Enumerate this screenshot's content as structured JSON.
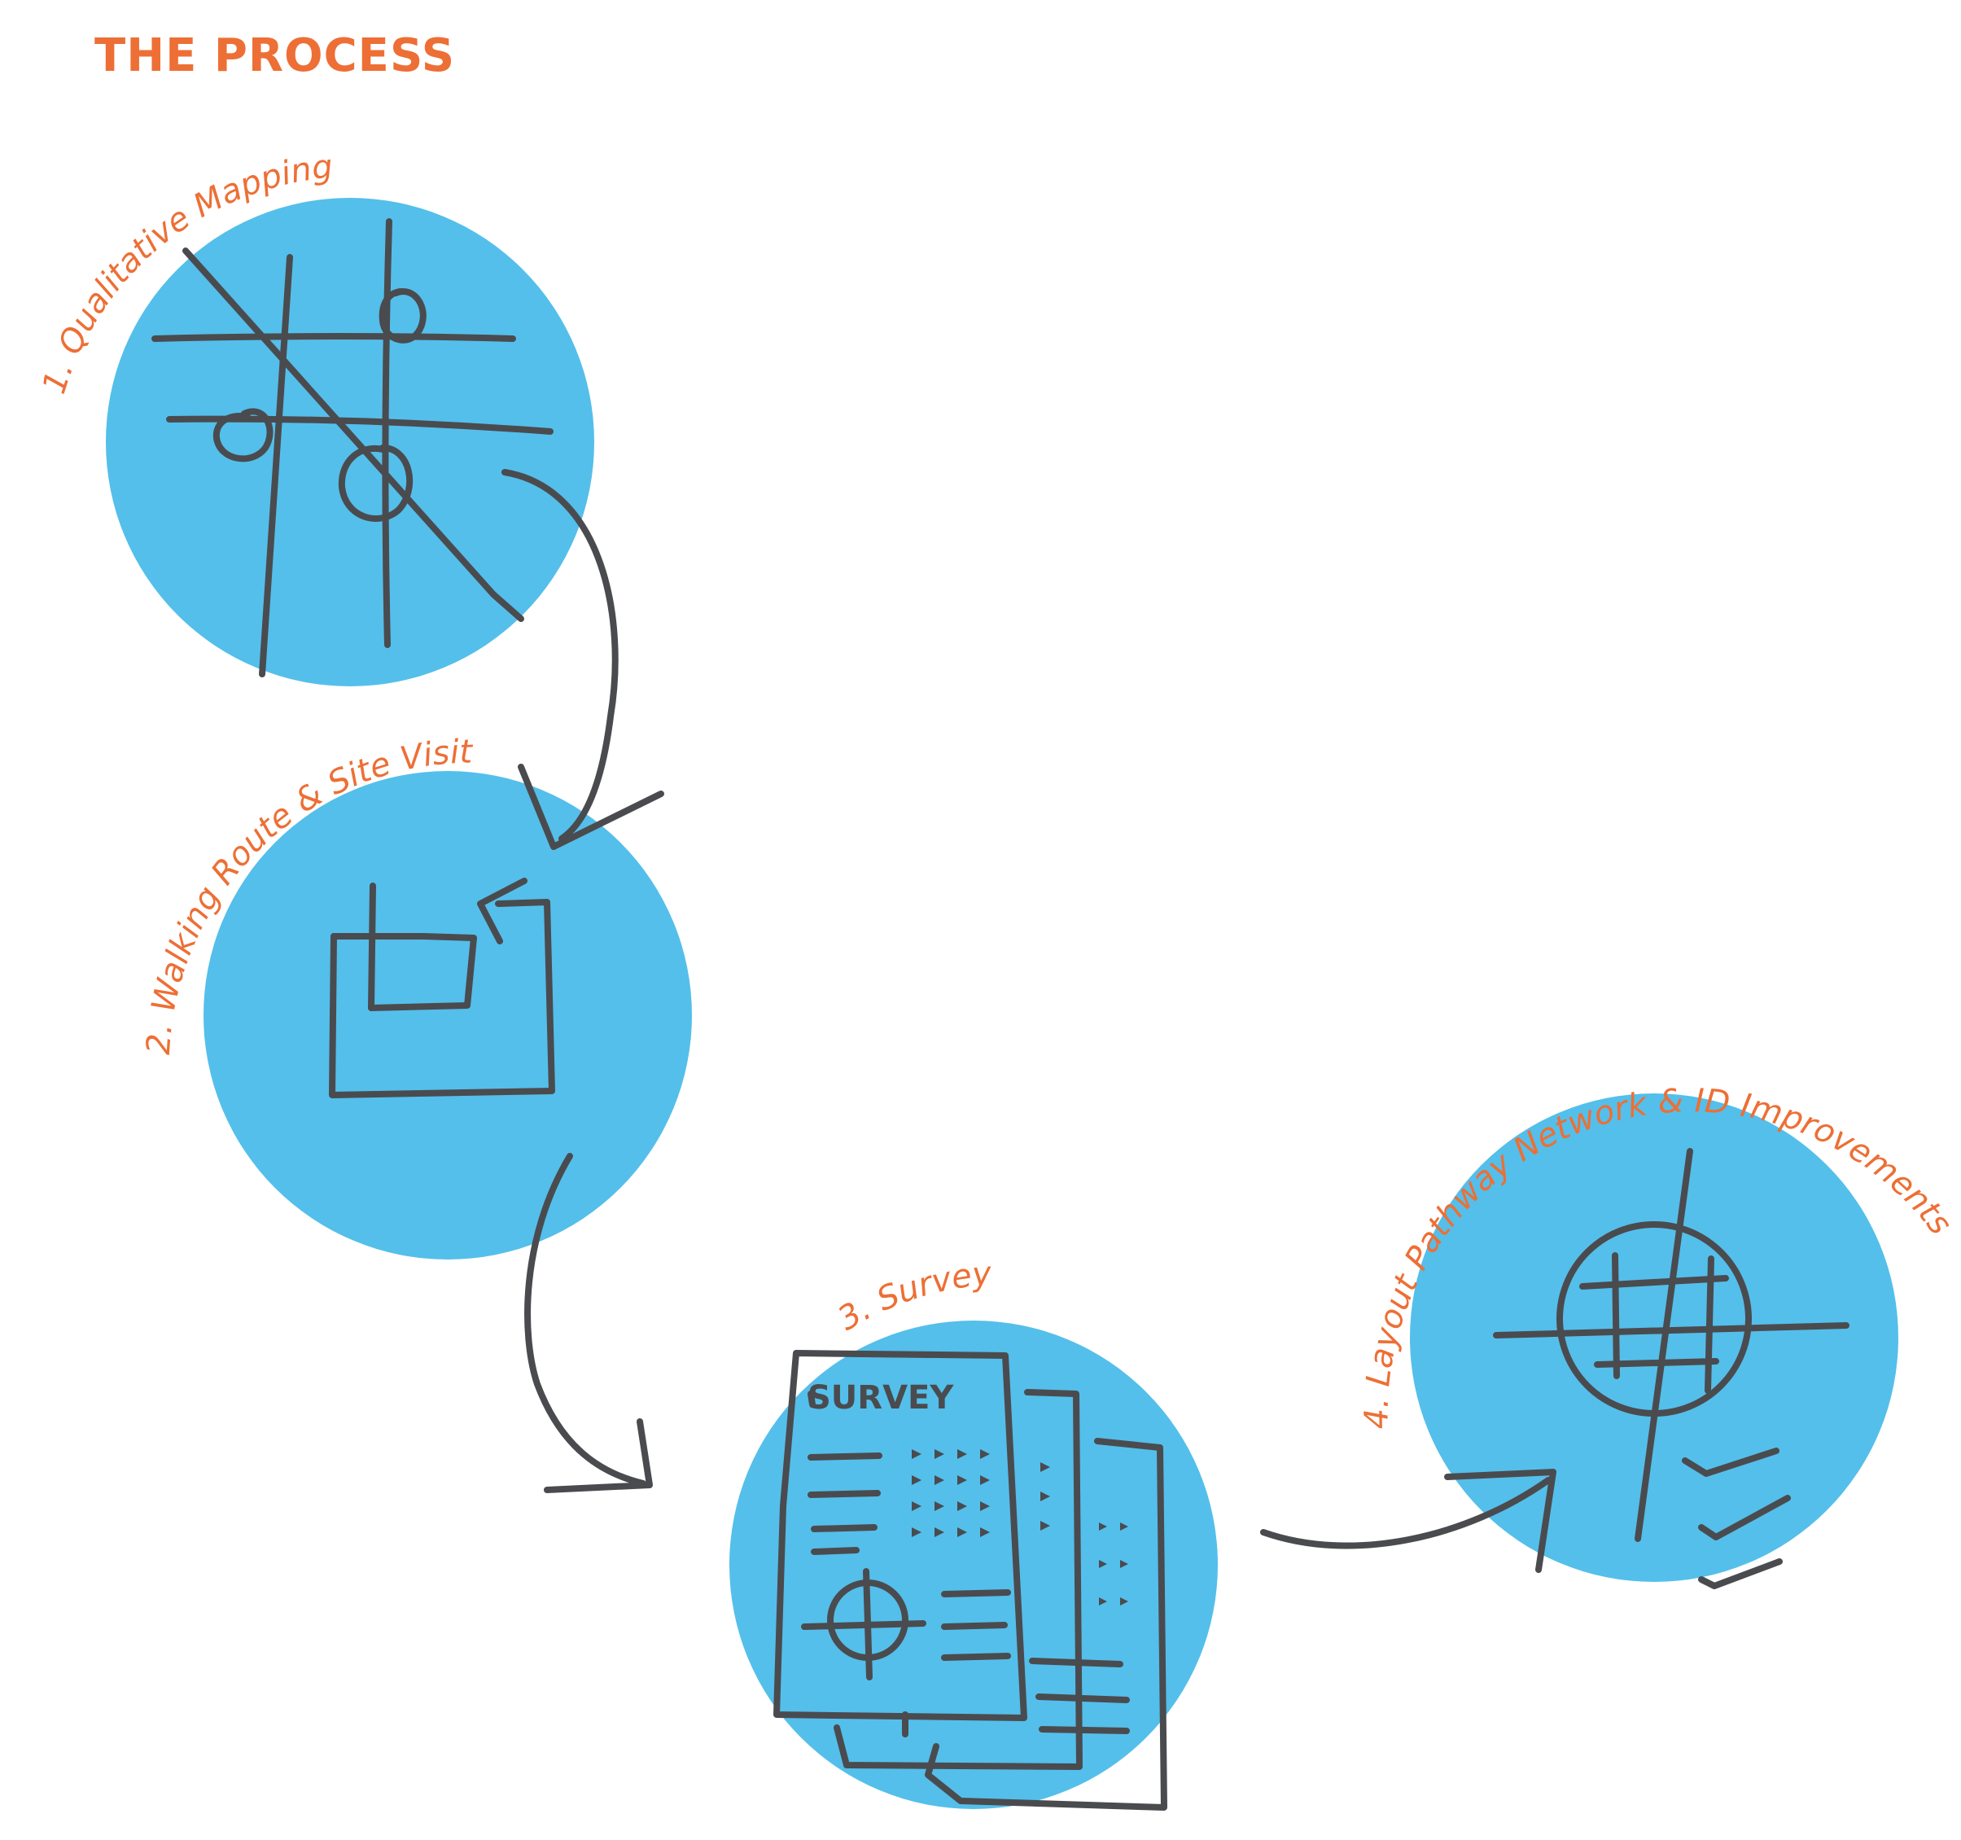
{
  "title": "THE PROCESS",
  "colors": {
    "accent": "#ED6F35",
    "circle": "#54BFEA",
    "ink": "#4A4B4F",
    "background": "#FFFFFF"
  },
  "steps": [
    {
      "label": "1. Qualitative Mapping",
      "icon": "street-grid-sketch-icon"
    },
    {
      "label": "2. Walking Route & Site Visit",
      "icon": "walking-route-loop-icon"
    },
    {
      "label": "3. Survey",
      "icon": "survey-documents-icon",
      "document_heading": "SURVEY"
    },
    {
      "label": "4. Layout Pathway Network & ID Improvements",
      "icon": "network-target-checklist-icon"
    }
  ]
}
